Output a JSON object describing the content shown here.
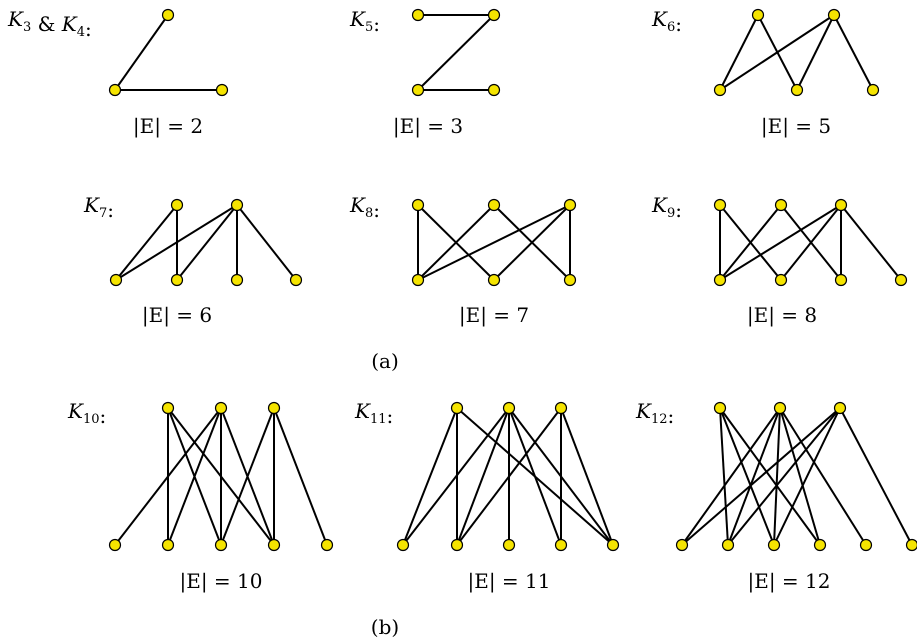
{
  "colors": {
    "vertex_fill": "#f5e400",
    "vertex_stroke": "#000000",
    "edge": "#000000"
  },
  "captions": {
    "part_a": "(a)",
    "part_b": "(b)"
  },
  "graphs": [
    {
      "id": "k3-k4",
      "name_parts": [
        {
          "t": "K",
          "s": "3"
        },
        {
          "t": " & "
        },
        {
          "t": "K",
          "s": "4"
        },
        {
          "t": ":"
        }
      ],
      "edge_label": "|E| = 2",
      "edges": [
        [
          0,
          1
        ],
        [
          1,
          2
        ]
      ]
    },
    {
      "id": "k5",
      "name_parts": [
        {
          "t": "K",
          "s": "5"
        },
        {
          "t": ":"
        }
      ],
      "edge_label": "|E| = 3",
      "edges": [
        [
          0,
          1
        ],
        [
          1,
          2
        ],
        [
          2,
          3
        ]
      ]
    },
    {
      "id": "k6",
      "name_parts": [
        {
          "t": "K",
          "s": "6"
        },
        {
          "t": ":"
        }
      ],
      "edge_label": "|E| = 5",
      "edges": [
        [
          0,
          2
        ],
        [
          0,
          3
        ],
        [
          1,
          2
        ],
        [
          1,
          3
        ],
        [
          1,
          4
        ]
      ]
    },
    {
      "id": "k7",
      "name_parts": [
        {
          "t": "K",
          "s": "7"
        },
        {
          "t": ":"
        }
      ],
      "edge_label": "|E| = 6",
      "edges": [
        [
          0,
          2
        ],
        [
          0,
          3
        ],
        [
          1,
          2
        ],
        [
          1,
          3
        ],
        [
          1,
          4
        ],
        [
          1,
          5
        ]
      ]
    },
    {
      "id": "k8",
      "name_parts": [
        {
          "t": "K",
          "s": "8"
        },
        {
          "t": ":"
        }
      ],
      "edge_label": "|E| = 7",
      "edges": [
        [
          0,
          3
        ],
        [
          0,
          4
        ],
        [
          1,
          3
        ],
        [
          1,
          5
        ],
        [
          2,
          3
        ],
        [
          2,
          4
        ],
        [
          2,
          5
        ]
      ]
    },
    {
      "id": "k9",
      "name_parts": [
        {
          "t": "K",
          "s": "9"
        },
        {
          "t": ":"
        }
      ],
      "edge_label": "|E| = 8",
      "edges": [
        [
          0,
          3
        ],
        [
          0,
          4
        ],
        [
          1,
          3
        ],
        [
          1,
          5
        ],
        [
          2,
          3
        ],
        [
          2,
          4
        ],
        [
          2,
          5
        ],
        [
          2,
          6
        ]
      ]
    },
    {
      "id": "k10",
      "name_parts": [
        {
          "t": "K",
          "s": "10"
        },
        {
          "t": ":"
        }
      ],
      "edge_label": "|E| = 10",
      "edges": [
        [
          0,
          4
        ],
        [
          0,
          5
        ],
        [
          0,
          6
        ],
        [
          1,
          3
        ],
        [
          1,
          4
        ],
        [
          1,
          5
        ],
        [
          1,
          6
        ],
        [
          2,
          5
        ],
        [
          2,
          6
        ],
        [
          2,
          7
        ]
      ]
    },
    {
      "id": "k11",
      "name_parts": [
        {
          "t": "K",
          "s": "11"
        },
        {
          "t": ":"
        }
      ],
      "edge_label": "|E| = 11",
      "edges": [
        [
          0,
          3
        ],
        [
          0,
          4
        ],
        [
          0,
          7
        ],
        [
          1,
          3
        ],
        [
          1,
          4
        ],
        [
          1,
          5
        ],
        [
          1,
          6
        ],
        [
          1,
          7
        ],
        [
          2,
          4
        ],
        [
          2,
          6
        ],
        [
          2,
          7
        ]
      ]
    },
    {
      "id": "k12",
      "name_parts": [
        {
          "t": "K",
          "s": "12"
        },
        {
          "t": ":"
        }
      ],
      "edge_label": "|E| = 12",
      "edges": [
        [
          0,
          4
        ],
        [
          0,
          5
        ],
        [
          0,
          6
        ],
        [
          1,
          3
        ],
        [
          1,
          4
        ],
        [
          1,
          5
        ],
        [
          1,
          6
        ],
        [
          1,
          7
        ],
        [
          2,
          3
        ],
        [
          2,
          4
        ],
        [
          2,
          5
        ],
        [
          2,
          8
        ]
      ]
    }
  ]
}
